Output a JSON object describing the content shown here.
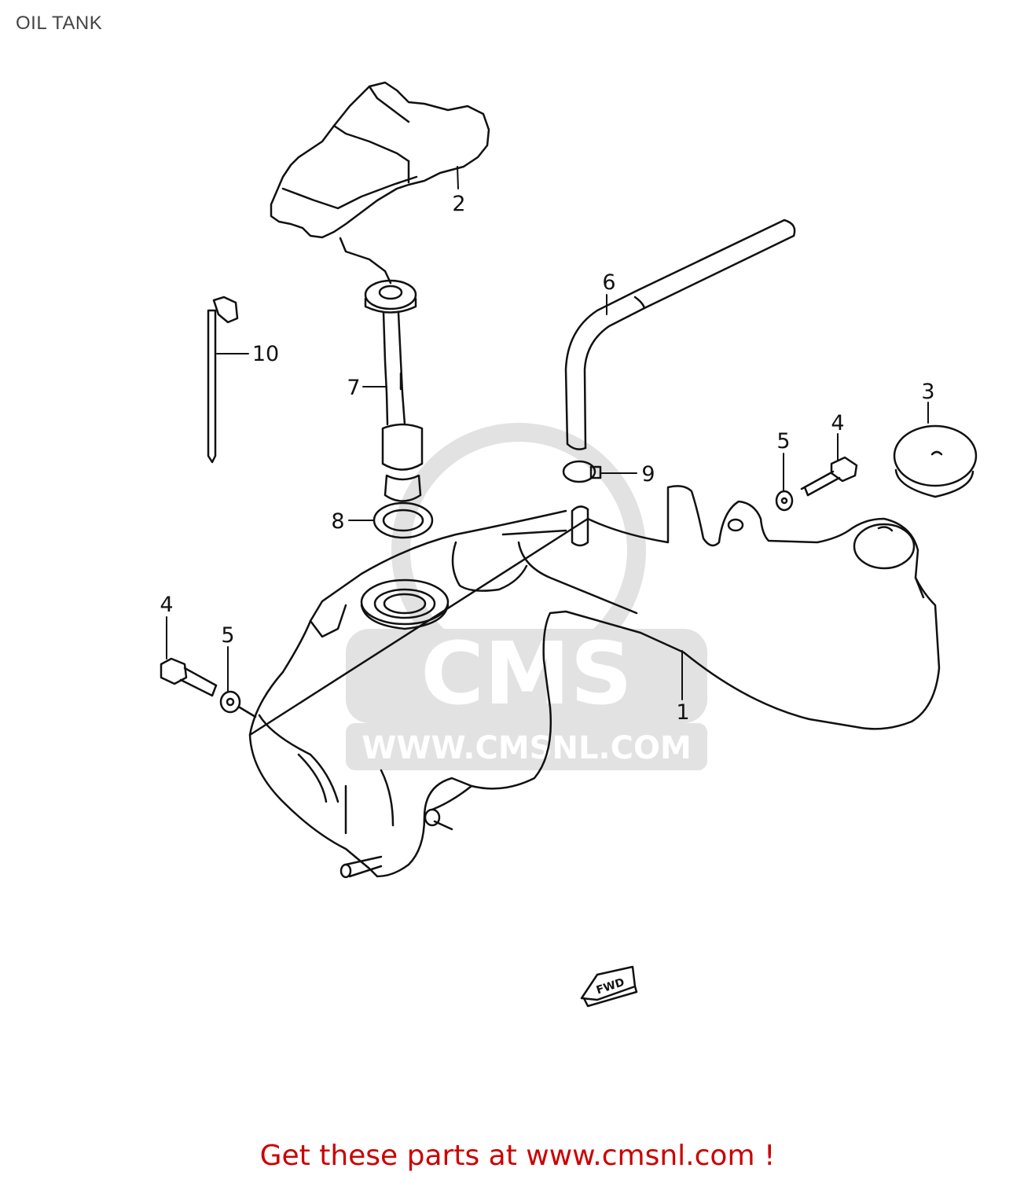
{
  "header": {
    "title": "OIL TANK"
  },
  "watermark": {
    "brand": "CMS",
    "url": "WWW.CMSNL.COM",
    "color": "#d6d6d6"
  },
  "callouts": [
    {
      "id": "1",
      "label": "1"
    },
    {
      "id": "2",
      "label": "2"
    },
    {
      "id": "3",
      "label": "3"
    },
    {
      "id": "4a",
      "label": "4"
    },
    {
      "id": "4b",
      "label": "4"
    },
    {
      "id": "5a",
      "label": "5"
    },
    {
      "id": "5b",
      "label": "5"
    },
    {
      "id": "6",
      "label": "6"
    },
    {
      "id": "7",
      "label": "7"
    },
    {
      "id": "8",
      "label": "8"
    },
    {
      "id": "9",
      "label": "9"
    },
    {
      "id": "10",
      "label": "10"
    }
  ],
  "direction_marker": {
    "label": "FWD"
  },
  "footer": {
    "text": "Get these parts at www.cmsnl.com !",
    "color": "#cc0000"
  },
  "colors": {
    "line": "#111111",
    "background": "#ffffff"
  }
}
